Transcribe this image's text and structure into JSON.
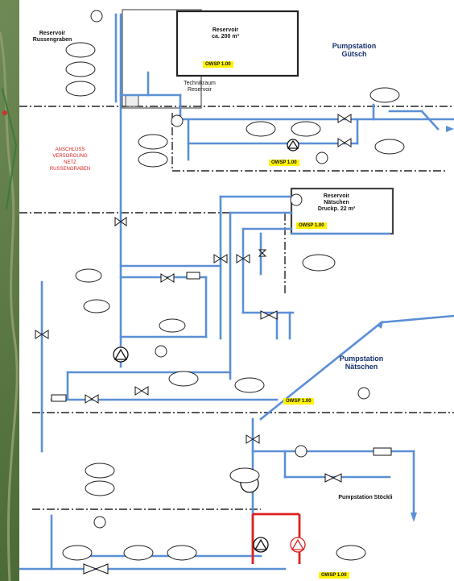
{
  "labels": {
    "reservoir_top": "Reservoir\nRussengraben",
    "reservoir_tank": "Reservoir\nca. 200 m³",
    "valve_chamber": "Technikraum\nReservoir",
    "station_gutsch": "Pumpstation\nGütsch",
    "reservoir_mid": "Reservoir\nNätschen\nDruckp. 22 m³",
    "station_naetschen": "Pumpstation\nNätschen",
    "station_bottom": "Pumpstation Stöckli",
    "network_note": "ANSCHLUSS\nVERSORGUNG\nNETZ RUSSENGRABEN"
  },
  "level_tags": [
    "OWSP 1.00",
    "OWSP 1.00",
    "OWSP 1.00",
    "OWSP 1.00",
    "OWSP 1.00"
  ],
  "legend": {
    "pipe_blue": "#5b8fd6",
    "pipe_red": "#e02020",
    "tag_yellow": "#fff200"
  },
  "icons": [
    "pump-icon",
    "gate-valve-icon",
    "check-valve-icon",
    "filter-icon",
    "gauge-icon",
    "tank-icon"
  ]
}
